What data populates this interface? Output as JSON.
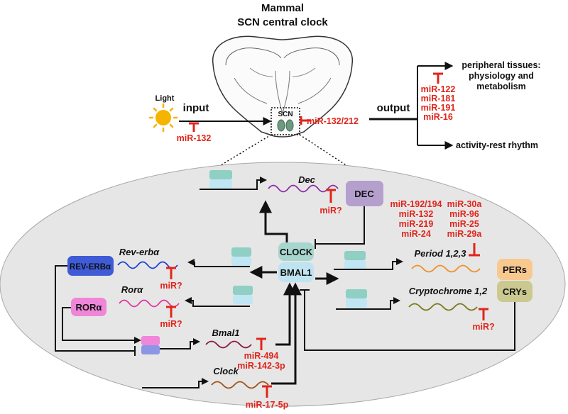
{
  "title": {
    "line1": "Mammal",
    "line2": "SCN central clock"
  },
  "labels": {
    "light": "Light",
    "input": "input",
    "output": "output",
    "scn": "SCN"
  },
  "outputs": {
    "peripheral_line1": "peripheral tissues:",
    "peripheral_line2": "physiology and",
    "peripheral_line3": "metabolism",
    "activity": "activity-rest rhythm"
  },
  "mirs": {
    "input": "miR-132",
    "scn": "miR-132/212",
    "peripheral": [
      "miR-122",
      "miR-181",
      "miR-191",
      "miR-16"
    ],
    "period_left": [
      "miR-192/194",
      "miR-132",
      "miR-219",
      "miR-24"
    ],
    "period_right": [
      "miR-30a",
      "miR-96",
      "miR-25",
      "miR-29a"
    ],
    "dec": "miR?",
    "reverb": "miR?",
    "rora": "miR?",
    "cry": "miR?",
    "bmal1": [
      "miR-494",
      "miR-142-3p"
    ],
    "clock": "miR-17-5p"
  },
  "genes": {
    "dec": "Dec",
    "reverb": "Rev-erbα",
    "rora": "Rorα",
    "period": "Period 1,2,3",
    "cry": "Cryptochrome 1,2",
    "bmal1": "Bmal1",
    "clock": "Clock"
  },
  "proteins": {
    "dec": "DEC",
    "clock": "CLOCK",
    "bmal1": "BMAL1",
    "reverb": "REV-ERBα",
    "rora": "RORα",
    "pers": "PERs",
    "crys": "CRYs"
  },
  "colors": {
    "inhibit_red": "#e0251b",
    "ellipse_fill": "#e6e6e6",
    "dec_protein": "#b59fcc",
    "clock_bmal1": "#bfe3f0",
    "reverb_protein": "#3f5bd6",
    "rora_protein": "#ef86d9",
    "pers": "#f7c98f",
    "crys": "#cbc98f",
    "promoter_teal": "#8fcfc4",
    "promoter_light": "#bfe6f2",
    "sun": "#f4b400",
    "wave_dec": "#8b2ba6",
    "wave_reverb": "#1d3fd6",
    "wave_rora": "#e0359a",
    "wave_period": "#f0902a",
    "wave_cry": "#7b7a1a",
    "wave_bmal1": "#8b1a3a",
    "wave_clock": "#a0541a"
  }
}
